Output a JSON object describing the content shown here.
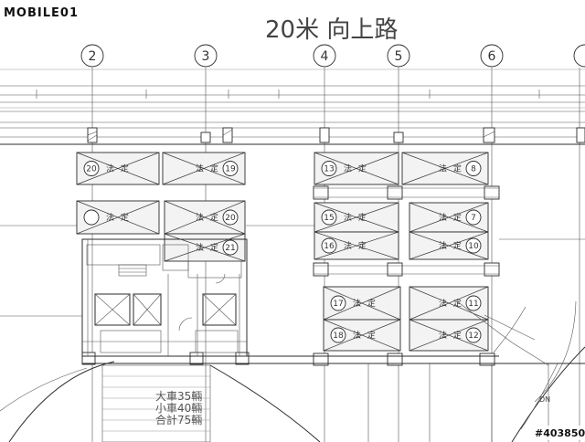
{
  "logo": {
    "text": "MOBILE01"
  },
  "watermark": {
    "text": "#403850"
  },
  "road_label": "20米 向上路",
  "axes": [
    "2",
    "3",
    "4",
    "5",
    "6"
  ],
  "legal_label": "法 定",
  "spaces": [
    {
      "num": "20",
      "label": "法 定"
    },
    {
      "num": "19",
      "label": "法 定"
    },
    {
      "num": "13",
      "label": "法 定"
    },
    {
      "num": "8",
      "label": "法 定"
    },
    {
      "num": "",
      "label": "法 定"
    },
    {
      "num": "20",
      "label": "法 定"
    },
    {
      "num": "21",
      "label": "法 定"
    },
    {
      "num": "15",
      "label": "法 定"
    },
    {
      "num": "16",
      "label": "法 定"
    },
    {
      "num": "7",
      "label": "法 定"
    },
    {
      "num": "10",
      "label": "法 定"
    },
    {
      "num": "17",
      "label": "法 定"
    },
    {
      "num": "18",
      "label": "法 定"
    },
    {
      "num": "11",
      "label": "法 定"
    },
    {
      "num": "12",
      "label": "法 定"
    }
  ],
  "summary": {
    "line1": "大車35輛",
    "line2": "小車40輛",
    "line3": "合計75輛"
  },
  "ramp_label": "DN"
}
